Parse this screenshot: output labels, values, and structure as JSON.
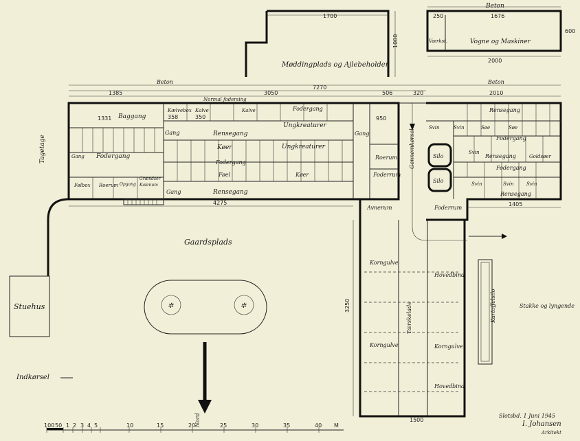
{
  "top_labels": {
    "beton_left": "Beton",
    "beton_right": "Beton",
    "beton_top_right": "Beton",
    "vogne": "Vogne og Maskiner",
    "vaerksted": "Værkst.",
    "modding": "Møddingplads og Ajlebeholder"
  },
  "dimensions": {
    "d1700": "1700",
    "d1000": "1000",
    "d1676": "1676",
    "d250": "250",
    "d2000": "2000",
    "d600": "600",
    "d7270": "7270",
    "d1385": "1385",
    "d3050": "3050",
    "d506": "506",
    "d320": "320",
    "d2010": "2010",
    "d4275": "4275",
    "d1405": "1405",
    "d3250": "3250",
    "d1331": "1331",
    "d358": "358",
    "d350": "350",
    "d950": "950",
    "d1500": "1500"
  },
  "rooms": {
    "baggang": "Baggang",
    "normal_fodersing": "Normal fodersing",
    "kalve1": "Kalve",
    "kalve2": "Kalve",
    "koelvebox": "Kælvebox",
    "fodergang_top": "Fodergang",
    "ungkreaturer_top": "Ungkreaturer",
    "gang_left": "Gang",
    "rensegang_top": "Rensegang",
    "gang_mid": "Gang",
    "koer_top": "Køer",
    "ungkreaturer_mid": "Ungkreaturer",
    "fodergang_left": "Fodergang",
    "gang_small": "Gang",
    "fodergang_mid": "Fodergang",
    "foel": "Føel",
    "koer_bottom": "Køer",
    "foelbox": "Følbox",
    "roerum_left": "Roerum",
    "opgang": "Opgang",
    "graendser": "Grændser",
    "kalenum": "Kalenum",
    "gang_bottom": "Gang",
    "rensegang_bottom": "Rensegang",
    "roerum_mid": "Roerum",
    "foderrum_mid": "Foderrum",
    "gennemkorsel": "Gennemkørsel",
    "silo1": "Silo",
    "silo2": "Silo",
    "avnerum": "Avnerum",
    "foderrum_right": "Foderrum",
    "rensegang_r1": "Rensegang",
    "svin1": "Svin",
    "svin2": "Svin",
    "soe1": "Søe",
    "soe2": "Søe",
    "fodergang_r1": "Fodergang",
    "svin3": "Svin",
    "rensegang_r2": "Rensegang",
    "goldsoer": "Goldsøer",
    "fodergang_r2": "Fodergang",
    "svin4": "Svin",
    "svin5": "Svin",
    "svin6": "Svin",
    "rensegang_r3": "Rensegang",
    "tagetage": "Tagetage"
  },
  "barn": {
    "korngulve1": "Korngulve",
    "hovedbind1": "Hovedbind",
    "torskelade": "Tærskelade",
    "korngulve2": "Korngulve",
    "korngulve3": "Korngulve",
    "hovedbind2": "Hovedbind",
    "kartoffelsilo": "Kartoffelsilo"
  },
  "site": {
    "gaardsplads": "Gaardsplads",
    "stuehus": "Stuehus",
    "indkorsel": "Indkørsel",
    "nord": "Nord",
    "stakke": "Stakke og lyngende"
  },
  "scale": {
    "ticks": [
      "100",
      "50",
      "1",
      "2",
      "3",
      "4",
      "5",
      "10",
      "15",
      "20",
      "25",
      "30",
      "35",
      "40"
    ],
    "unit": "M"
  },
  "signature": {
    "line1": "Slotsbd. 1 Juni 1945",
    "line2": "I. Johansen",
    "line3": "Arkitekt"
  }
}
